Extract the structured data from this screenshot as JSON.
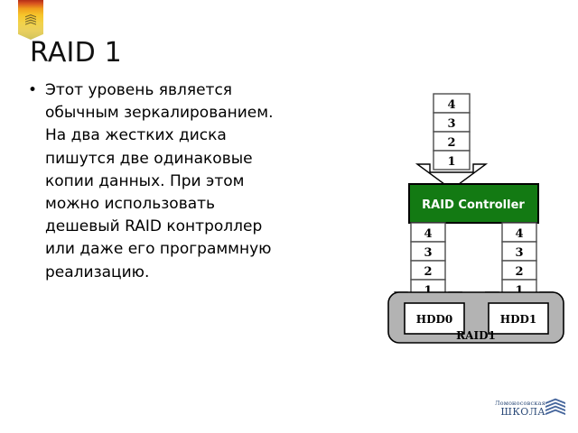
{
  "slide": {
    "title": "RAID 1",
    "bullet_marker": "•",
    "body": "Этот уровень является\nобычным зеркалированием.\nНа два жестких диска\nпишутся две одинаковые\nкопии данных. При этом\nможно использовать\nдешевый RAID контроллер\nили даже его программную\nреализацию."
  },
  "diagram": {
    "name": "raid1-diagram",
    "input_stream": {
      "label": "input-blocks",
      "blocks": [
        "4",
        "3",
        "2",
        "1"
      ]
    },
    "controller": {
      "label": "RAID Controller",
      "fill": "#137a13",
      "text_color": "#ffffff",
      "border": "#000000"
    },
    "left_stream": {
      "label": "hdd0-blocks",
      "blocks": [
        "4",
        "3",
        "2",
        "1"
      ]
    },
    "right_stream": {
      "label": "hdd1-blocks",
      "blocks": [
        "4",
        "3",
        "2",
        "1"
      ]
    },
    "array": {
      "label": "RAID1",
      "fill": "#b3b3b3",
      "border": "#000000",
      "disks": [
        {
          "label": "HDD0"
        },
        {
          "label": "HDD1"
        }
      ]
    },
    "block_fill": "#ffffff",
    "block_border": "#4d4d4d",
    "arrow_border": "#000000"
  },
  "brand": {
    "line1": "Ломоносовская",
    "line2": "ШКОЛА",
    "color": "#2b4a78",
    "emblem_name": "lomonosov-chevron-emblem"
  },
  "corner_ribbon": {
    "name": "gold-ribbon-decoration",
    "emblem_name": "ribbon-chevron-emblem"
  }
}
